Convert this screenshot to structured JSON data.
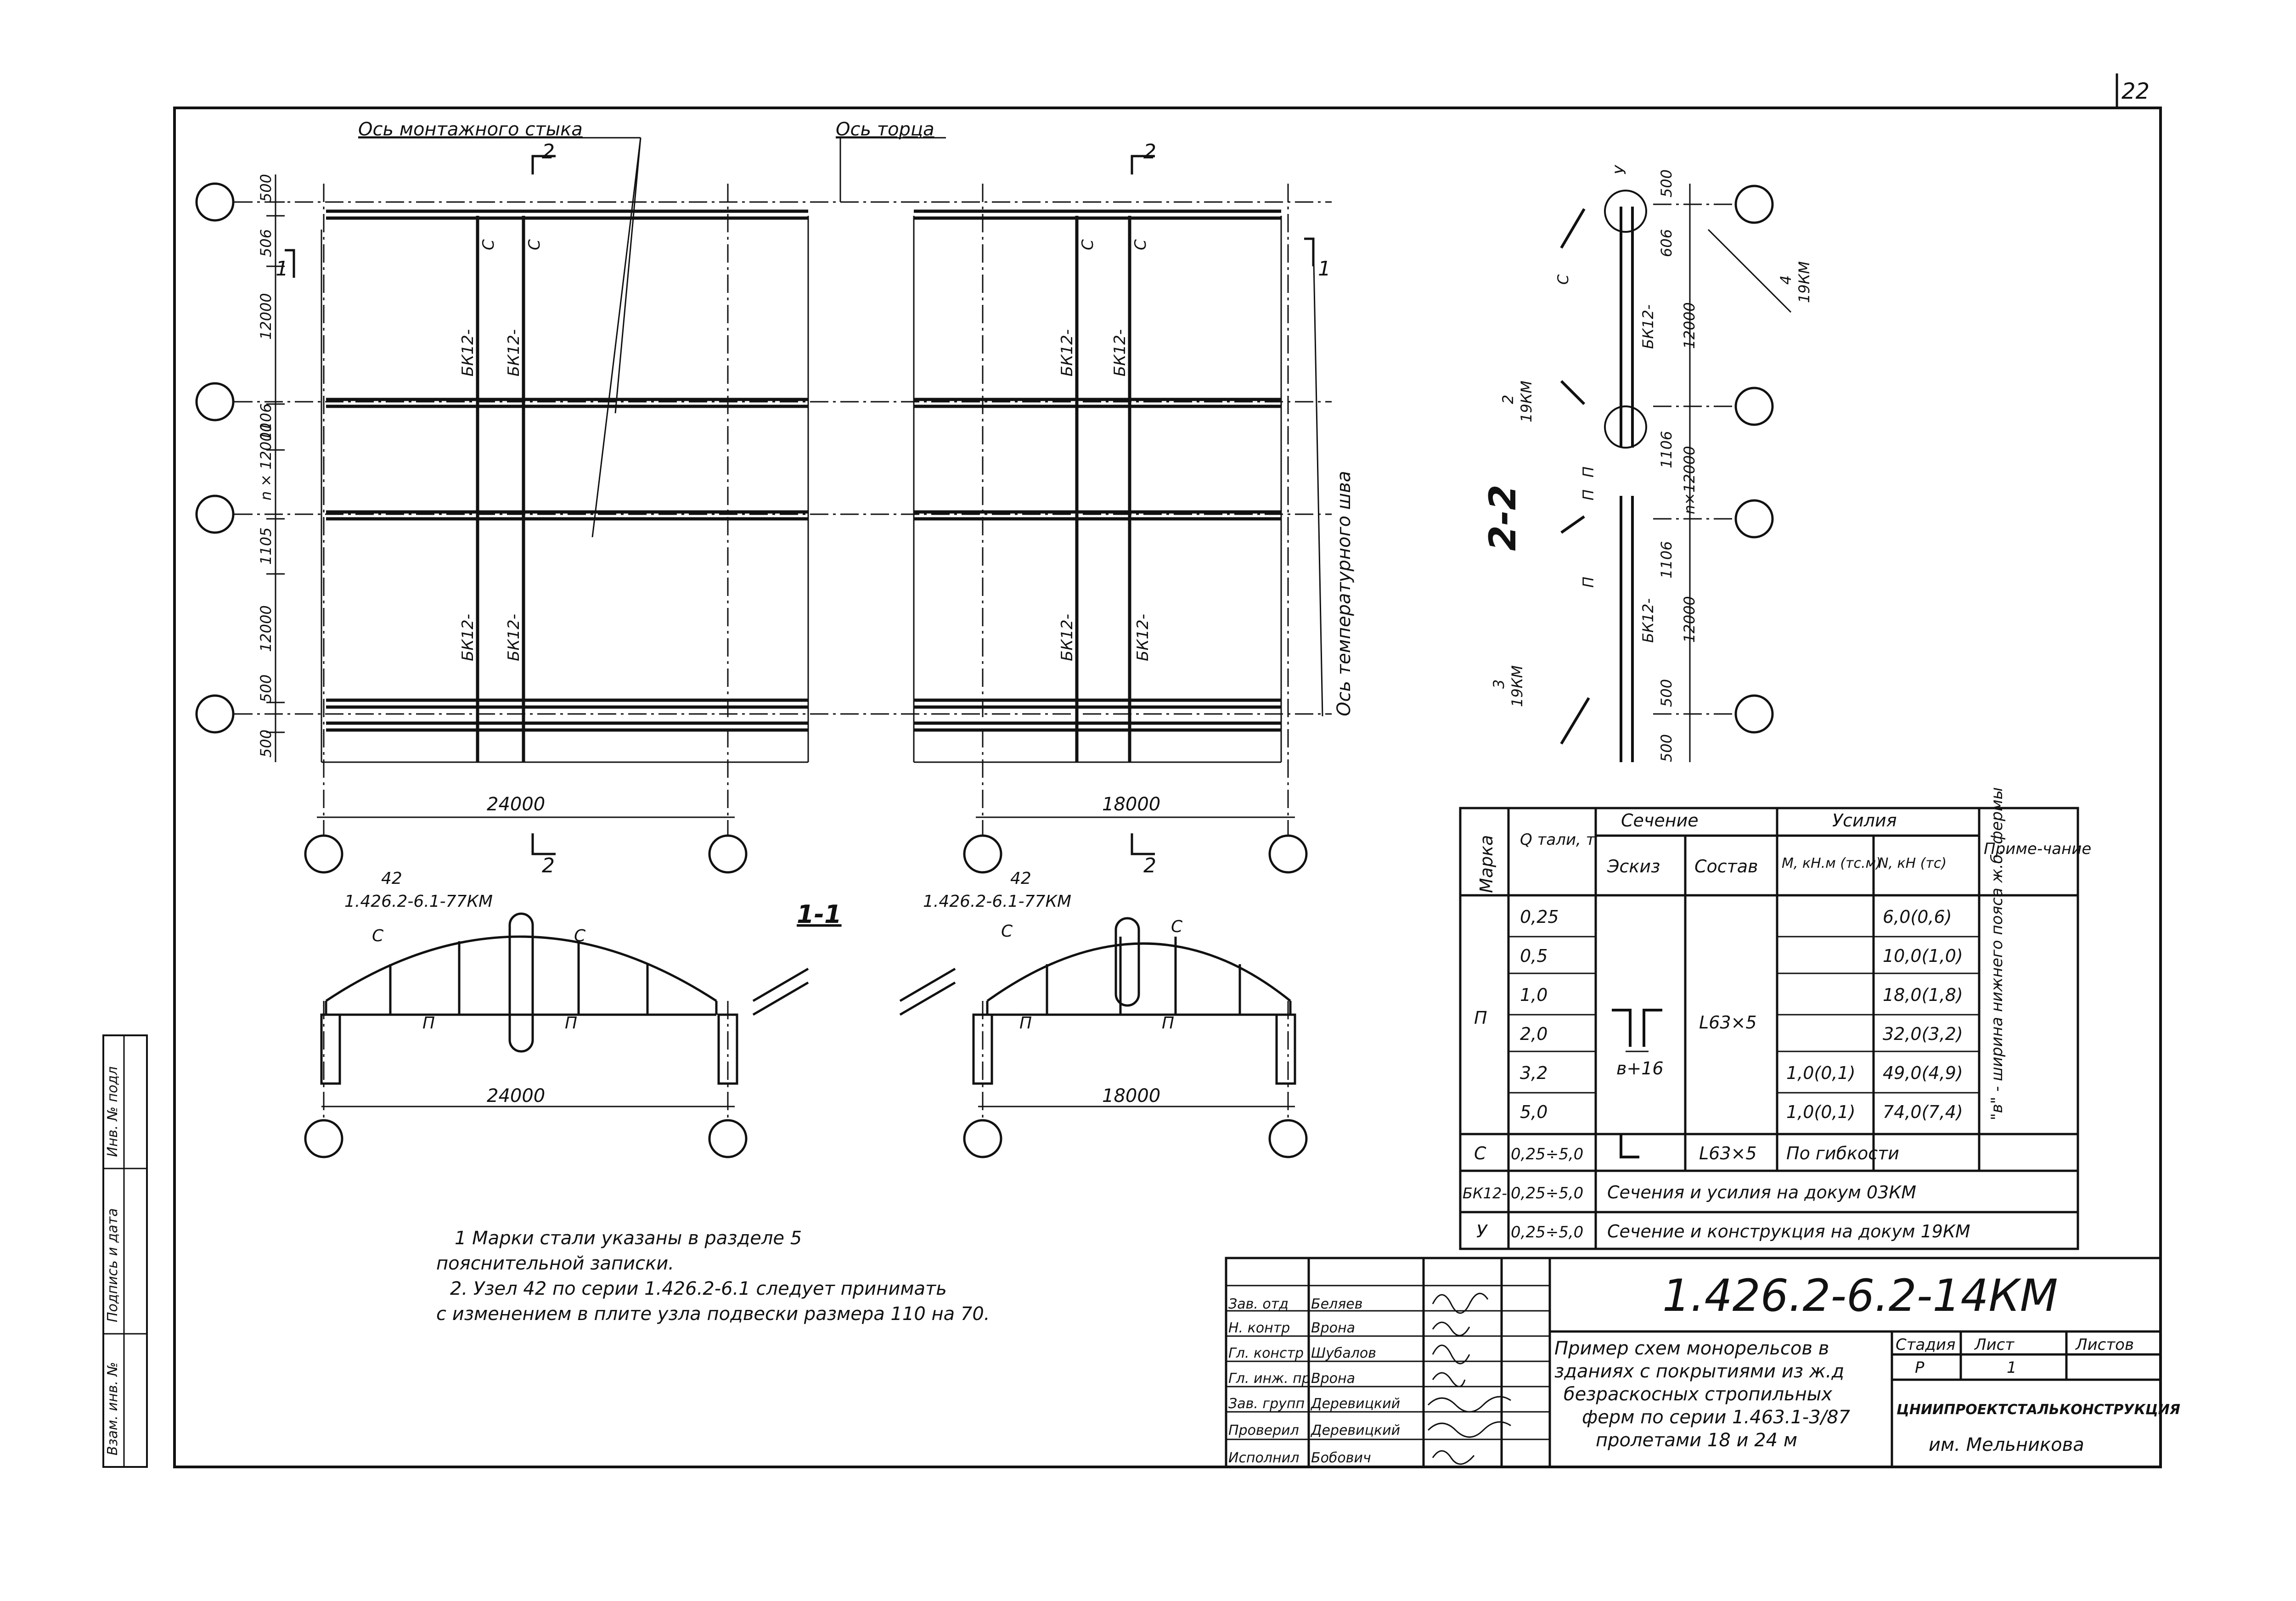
{
  "sheet_number": "22",
  "plan": {
    "axis_joint_label": "Ось монтажного стыка",
    "axis_end_label": "Ось торца",
    "axis_temp_label": "Ось температурного шва",
    "section_mark": "2",
    "section_mark_1": "1",
    "beam_label": "БК12-",
    "strut_label": "С",
    "left_dims": [
      "500",
      "506",
      "12000",
      "1106",
      "n × 12000",
      "1105",
      "12000",
      "500",
      "500"
    ],
    "span_left": "24000",
    "span_right": "18000"
  },
  "section22": {
    "title": "2-2",
    "node_y": "У",
    "node_c": "С",
    "node_p": "П",
    "beam_label": "БК12-",
    "callout_4": "4",
    "callout_4_ref": "19КМ",
    "callout_2": "2",
    "callout_2_ref": "19КМ",
    "callout_3": "3",
    "callout_3_ref": "19КМ",
    "dims": [
      "500",
      "606",
      "12000",
      "1106",
      "n×12000",
      "1106",
      "12000",
      "500",
      "500"
    ]
  },
  "section11": {
    "title": "1-1",
    "node_ref": "42",
    "node_ref_doc": "1.426.2-6.1-77КМ",
    "strut": "С",
    "hanger": "П",
    "span_left": "24000",
    "span_right": "18000"
  },
  "table": {
    "headers": {
      "mark": "Марка",
      "q": "Q тали, т",
      "section": "Сечение",
      "sketch": "Эскиз",
      "composition": "Состав",
      "forces": "Усилия",
      "m": "М, кН.м (тс.м)",
      "n": "N, кН (тс)",
      "note": "Приме-чание"
    },
    "p_mark": "П",
    "p_rows": [
      {
        "q": "0,25",
        "m": "",
        "n": "6,0(0,6)"
      },
      {
        "q": "0,5",
        "m": "",
        "n": "10,0(1,0)"
      },
      {
        "q": "1,0",
        "m": "",
        "n": "18,0(1,8)"
      },
      {
        "q": "2,0",
        "m": "",
        "n": "32,0(3,2)"
      },
      {
        "q": "3,2",
        "m": "1,0(0,1)",
        "n": "49,0(4,9)"
      },
      {
        "q": "5,0",
        "m": "1,0(0,1)",
        "n": "74,0(7,4)"
      }
    ],
    "p_sketch_dim": "в+16",
    "p_composition": "L63×5",
    "p_note": "\"в\" - ширина нижнего пояса ж.б. фермы",
    "c_row": {
      "mark": "С",
      "q": "0,25÷5,0",
      "composition": "L63×5",
      "forces": "По гибкости"
    },
    "bk_row": {
      "mark": "БК12-",
      "q": "0,25÷5,0",
      "text": "Сечения и усилия на докум 03КМ"
    },
    "y_row": {
      "mark": "У",
      "q": "0,25÷5,0",
      "text": "Сечение и конструкция на докум 19КМ"
    }
  },
  "notes": [
    "1  Марки стали указаны в разделе 5",
    "пояснительной записки.",
    "2.  Узел 42 по серии 1.426.2-6.1 следует принимать",
    "с изменением в плите узла подвески размера 110 на 70."
  ],
  "title_block": {
    "doc_code": "1.426.2-6.2-14КМ",
    "people": [
      {
        "role": "Зав. отд",
        "name": "Беляев"
      },
      {
        "role": "Н. контр",
        "name": "Врона"
      },
      {
        "role": "Гл. констр",
        "name": "Шубалов"
      },
      {
        "role": "Гл. инж. пр",
        "name": "Врона"
      },
      {
        "role": "Зав. групп",
        "name": "Деревицкий"
      },
      {
        "role": "Проверил",
        "name": "Деревицкий"
      },
      {
        "role": "Исполнил",
        "name": "Бобович"
      }
    ],
    "description": [
      "Пример схем монорельсов в",
      "зданиях с покрытиями из ж.д",
      "безраскосных стропильных",
      "ферм по серии 1.463.1-3/87",
      "пролетами 18 и 24 м"
    ],
    "stage_label": "Стадия",
    "sheet_label": "Лист",
    "sheets_label": "Листов",
    "stage": "Р",
    "sheet": "1",
    "org": "ЦНИИПРОЕКТСТАЛЬКОНСТРУКЦИЯ",
    "org2": "им. Мельникова"
  },
  "side_stamp": [
    "Инв. № подл",
    "Подпись и дата",
    "Взам. инв. №"
  ]
}
